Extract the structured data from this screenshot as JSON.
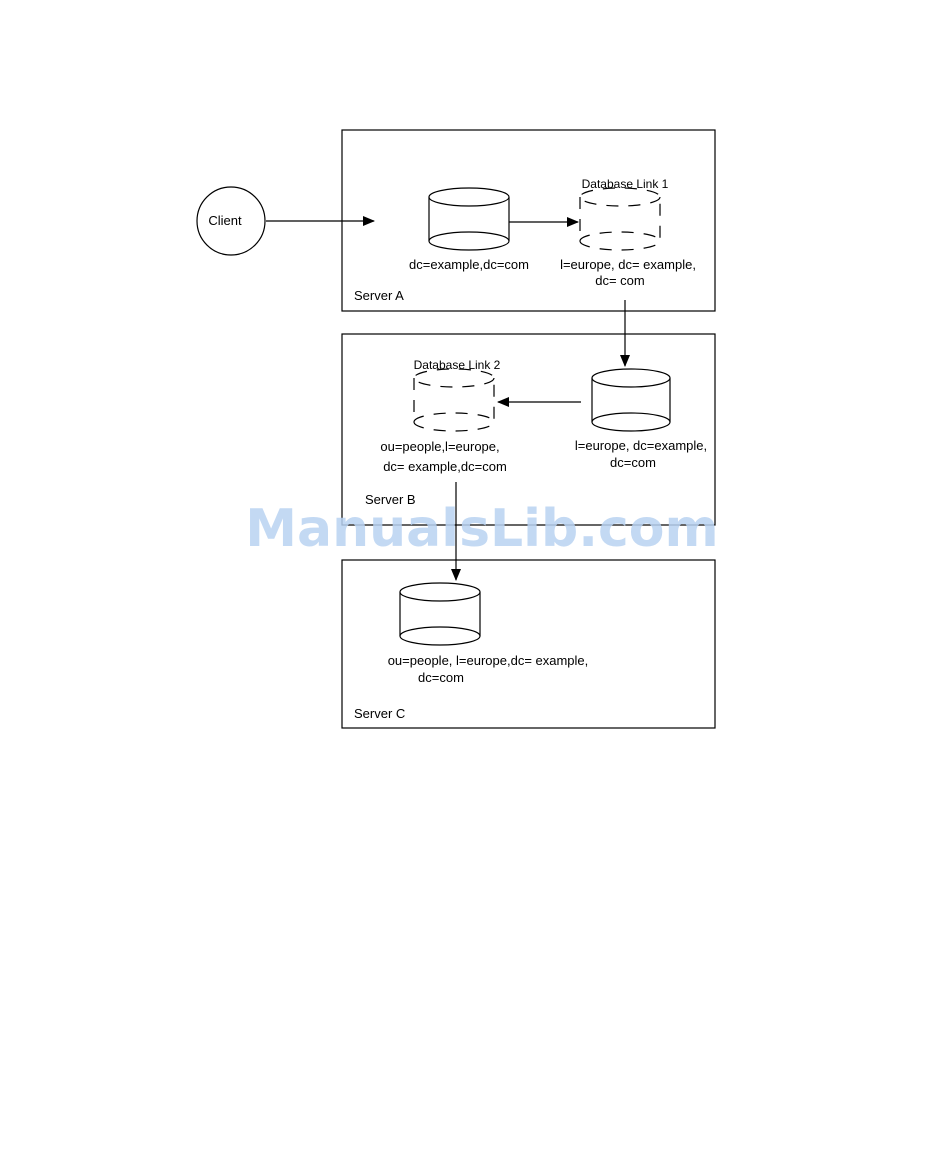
{
  "client": {
    "label": "Client"
  },
  "servers": {
    "a": {
      "label": "Server  A",
      "db_main": "dc=example,dc=com",
      "link_title": "Database  Link 1",
      "link_line1": "l=europe, dc= example,",
      "link_line2": "dc= com"
    },
    "b": {
      "label": "Server  B",
      "db_line1": "l=europe, dc=example,",
      "db_line2": "dc=com",
      "link_title": "Database  Link  2",
      "link_line1": "ou=people,l=europe,",
      "link_line2": "dc= example,dc=com"
    },
    "c": {
      "label": "Server  C",
      "db_line1": "ou=people, l=europe,dc= example,",
      "db_line2": "dc=com"
    }
  },
  "watermark": "ManualsLib.com"
}
